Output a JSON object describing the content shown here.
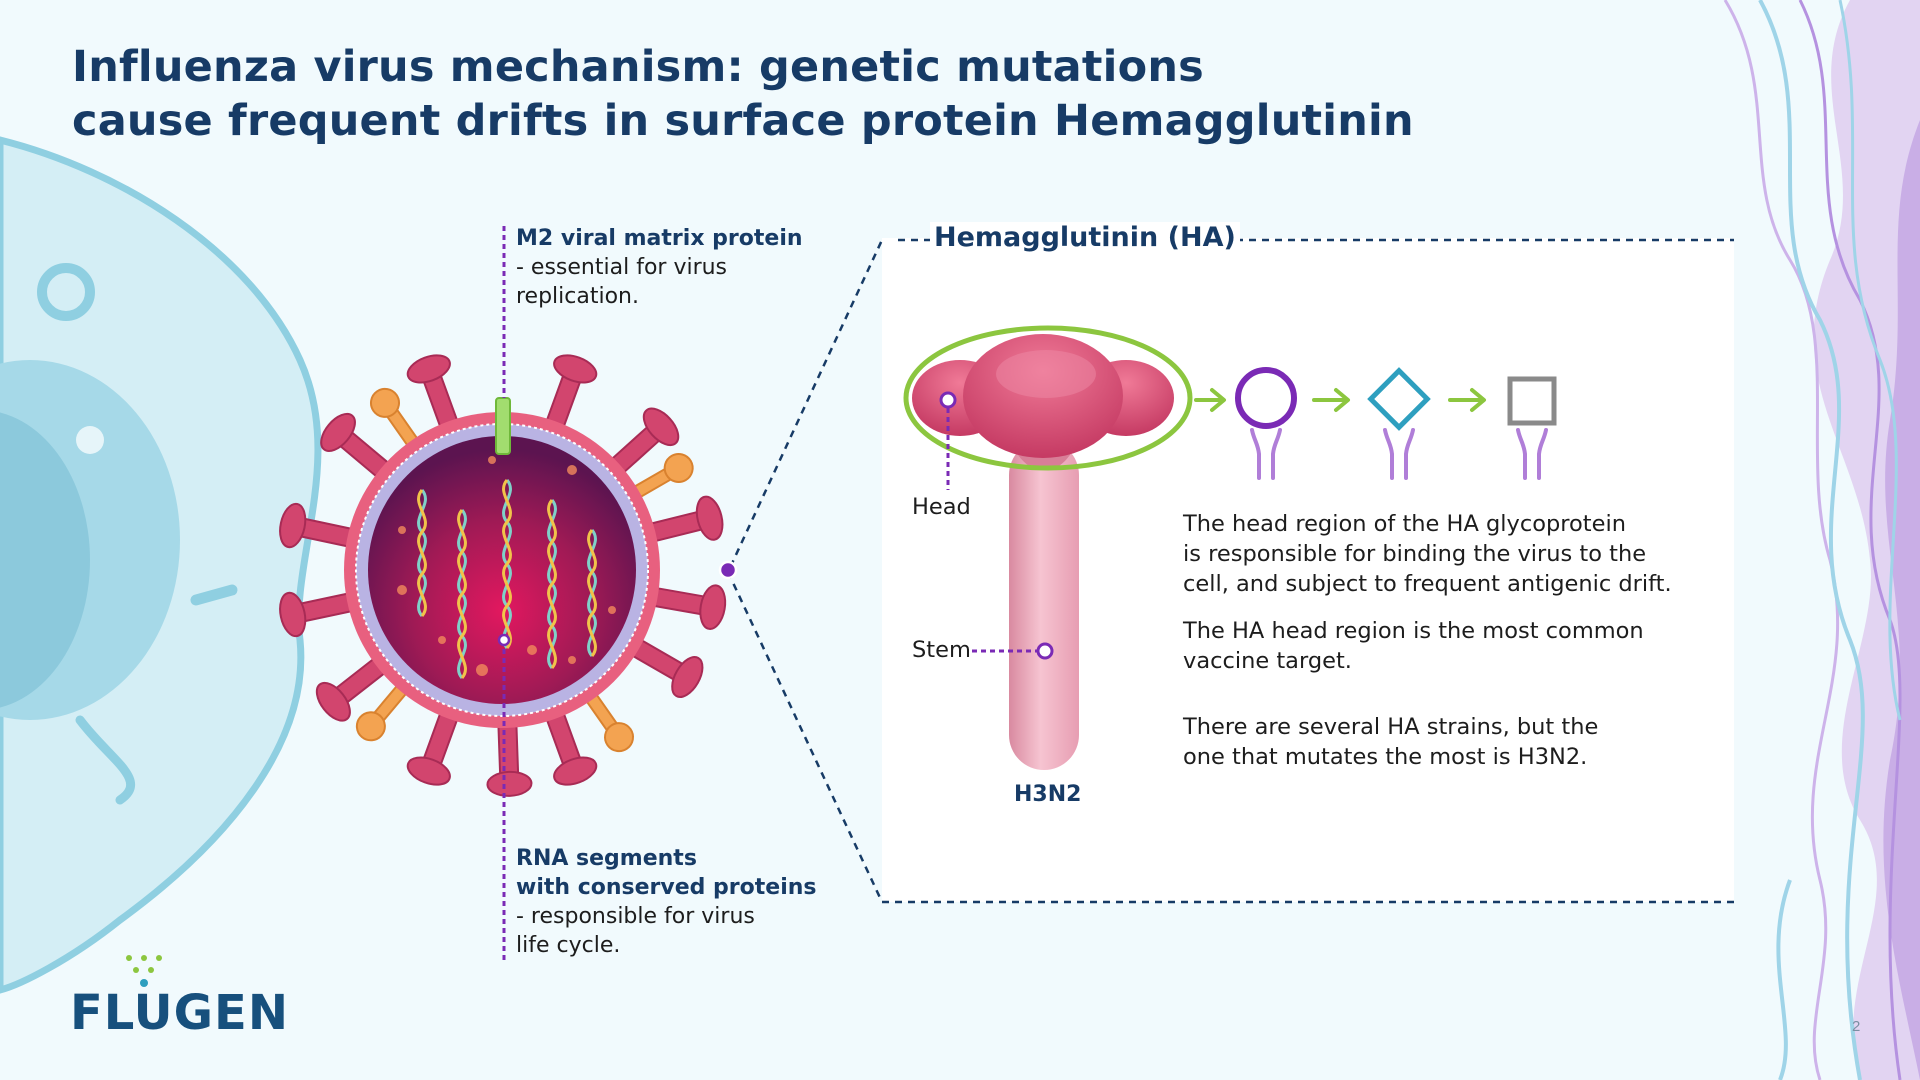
{
  "title": {
    "line1": "Influenza virus mechanism: genetic mutations",
    "line2": "cause frequent drifts in surface protein Hemagglutinin"
  },
  "m2": {
    "heading": "M2 viral matrix protein",
    "line1": "- essential for virus",
    "line2": "replication."
  },
  "rna": {
    "heading1": "RNA segments",
    "heading2": "with conserved proteins",
    "line1": "- responsible for virus",
    "line2": "life cycle."
  },
  "ha": {
    "title": "Hemagglutinin (HA)",
    "head_label": "Head",
    "stem_label": "Stem",
    "strain": "H3N2"
  },
  "description": {
    "p1": [
      "The head region of the HA glycoprotein",
      "is responsible for binding the virus to the",
      "cell, and subject to frequent antigenic drift."
    ],
    "p2": [
      "The HA head region is the most common",
      "vaccine target."
    ],
    "p3": [
      "There are several HA strains, but the",
      "one that mutates the most is H3N2."
    ]
  },
  "logo": "FLUGEN",
  "page_number": "2",
  "colors": {
    "title": "#173b66",
    "virus": "#d2456e",
    "marker": "#7a2ab5",
    "arrow": "#8cc63f",
    "shape_circle": "#7a2ab5",
    "shape_diamond": "#2e9fbf",
    "shape_square": "#8a8a8a"
  },
  "icons": [
    "m2-protein-icon",
    "antibody-icon",
    "arrow-right-icon",
    "circle-antigen-icon",
    "diamond-antigen-icon",
    "square-antigen-icon"
  ]
}
